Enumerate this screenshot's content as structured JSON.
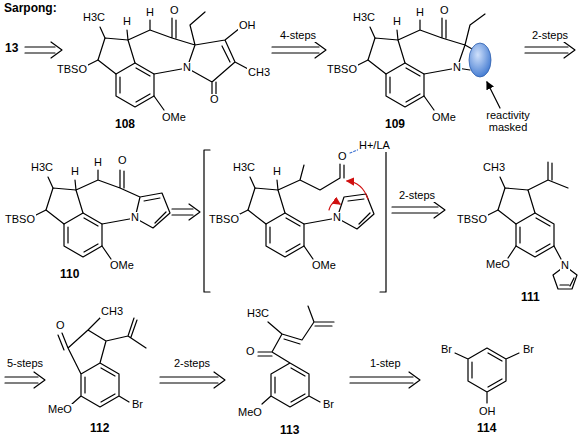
{
  "diagram": {
    "title": "Sarpong:",
    "labels": [
      "13",
      "H3C",
      "H",
      "H",
      "O",
      "OH",
      "TBSO",
      "N",
      "CH3",
      "O",
      "OMe",
      "108",
      "4-steps",
      "H3C",
      "H",
      "H",
      "O",
      "TBSO",
      "N",
      "OMe",
      "109",
      "reactivity masked",
      "2-steps",
      "H3C",
      "H",
      "H",
      "O",
      "TBSO",
      "N",
      "OMe",
      "110",
      "H3C",
      "H",
      "O",
      "H+/LA",
      "TBSO",
      "N",
      "OMe",
      "2-steps",
      "CH3",
      "TBSO",
      "N",
      "MeO",
      "111",
      "5-steps",
      "O",
      "CH3",
      "Br",
      "MeO",
      "112",
      "2-steps",
      "H3C",
      "O",
      "Br",
      "MeO",
      "113",
      "1-step",
      "Br",
      "Br",
      "OH",
      "114"
    ]
  }
}
